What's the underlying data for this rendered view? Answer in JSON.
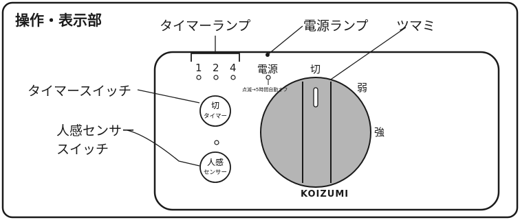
{
  "section_title": "操作・表示部",
  "callouts": {
    "timer_lamps": "タイマーランプ",
    "power_lamp": "電源ランプ",
    "knob": "ツマミ",
    "timer_switch": "タイマースイッチ",
    "sensor_switch_line1": "人感センサー",
    "sensor_switch_line2": "スイッチ"
  },
  "panel": {
    "timer_hours": [
      "1",
      "2",
      "4"
    ],
    "power_label": "電源",
    "power_note": "点滅→5時間自動オフ",
    "timer_button": {
      "line1": "切",
      "line2": "タイマー"
    },
    "sensor_button": {
      "line1": "人感",
      "line2": "センサー"
    },
    "knob_positions": {
      "off": "切",
      "weak": "弱",
      "strong": "強"
    },
    "brand": "KOIZUMI"
  },
  "colors": {
    "knob_fill": "#b5b5b5",
    "outline": "#1a1a1a",
    "background": "#ffffff"
  }
}
